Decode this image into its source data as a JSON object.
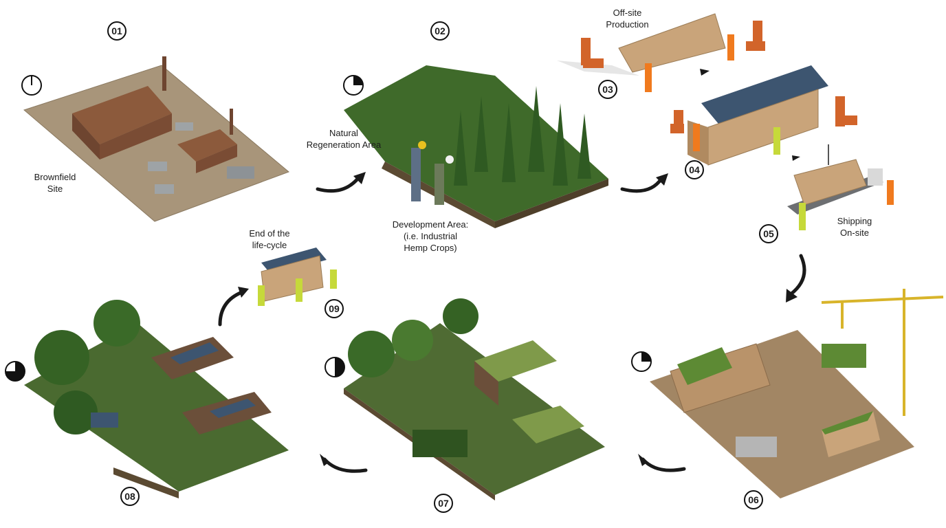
{
  "steps": [
    {
      "num": "01",
      "label": [
        "Brownfield",
        "Site"
      ]
    },
    {
      "num": "02",
      "label": [
        "Natural",
        "Regeneration Area"
      ],
      "sublabel": [
        "Development Area:",
        "(i.e. Industrial",
        "Hemp Crops)"
      ]
    },
    {
      "num": "03",
      "label": [
        "Off-site",
        "Production"
      ]
    },
    {
      "num": "04",
      "label": []
    },
    {
      "num": "05",
      "label": [
        "Shipping",
        "On-site"
      ]
    },
    {
      "num": "06",
      "label": []
    },
    {
      "num": "07",
      "label": []
    },
    {
      "num": "08",
      "label": []
    },
    {
      "num": "09",
      "label": [
        "End of the",
        "life-cycle"
      ]
    }
  ],
  "clocks": [
    {
      "step": "01",
      "fill_fraction": 0
    },
    {
      "step": "02",
      "fill_fraction": 0.25
    },
    {
      "step": "06",
      "fill_fraction": 0.25
    },
    {
      "step": "07",
      "fill_fraction": 0.5
    },
    {
      "step": "08",
      "fill_fraction": 0.75
    }
  ],
  "colors": {
    "ground_dirt": "#a8957a",
    "ground_green": "#4f6b33",
    "vegetation": "#3f6a2a",
    "timber": "#c9a47a",
    "robot": "#d2642a",
    "crane": "#d8b42a",
    "ink": "#111111"
  }
}
